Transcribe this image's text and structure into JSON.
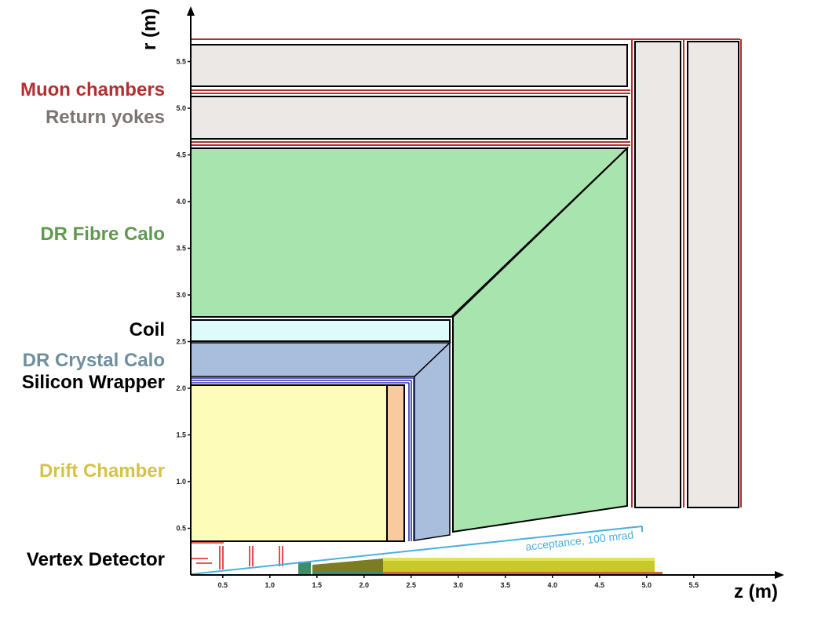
{
  "axes": {
    "x_label": "z (m)",
    "y_label": "r (m)",
    "x_ticks": [
      "0.5",
      "1.0",
      "1.5",
      "2.0",
      "2.5",
      "3.0",
      "3.5",
      "4.0",
      "4.5",
      "5.0",
      "5.5"
    ],
    "y_ticks": [
      "0.5",
      "1.0",
      "1.5",
      "2.0",
      "2.5",
      "3.0",
      "3.5",
      "4.0",
      "4.5",
      "5.0",
      "5.5"
    ]
  },
  "labels": {
    "muon": "Muon chambers",
    "yoke": "Return yokes",
    "fibre": "DR Fibre Calo",
    "coil": "Coil",
    "crystal": "DR Crystal Calo",
    "wrapper": "Silicon Wrapper",
    "drift": "Drift Chamber",
    "vertex": "Vertex Detector"
  },
  "annotation": "acceptance, 100 mrad",
  "colors": {
    "muon": "#b23030",
    "yoke": "#7d7472",
    "fibre": "#5f9a4f",
    "coil": "#000000",
    "crystal": "#6e8f9e",
    "wrapper": "#000000",
    "drift": "#d4c24a",
    "vertex": "#000000",
    "acceptance": "#4ab0dd"
  }
}
